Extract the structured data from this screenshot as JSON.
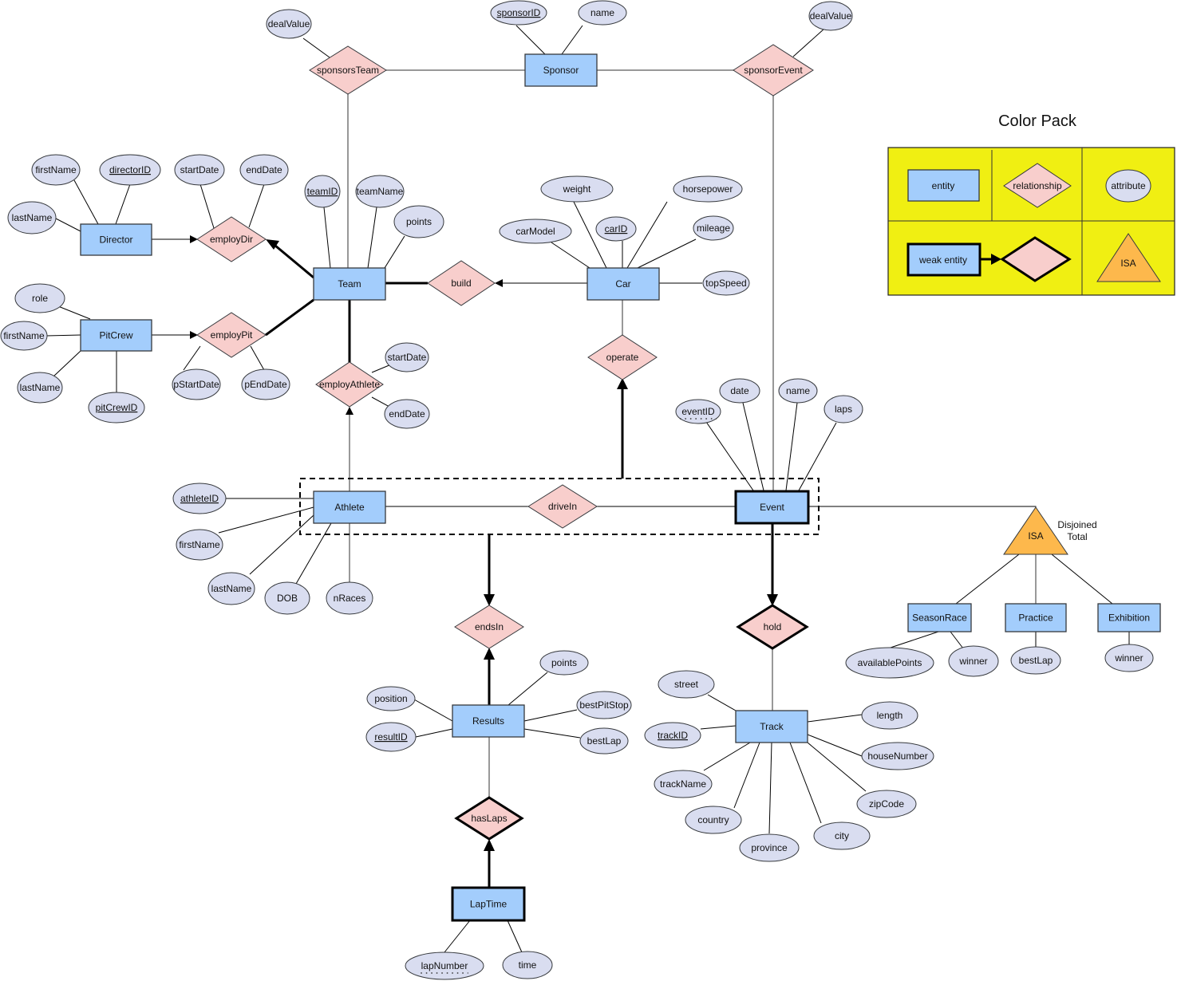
{
  "legend": {
    "title": "Color Pack",
    "entity": "entity",
    "relationship": "relationship",
    "attribute": "attribute",
    "weak_entity": "weak entity",
    "isa": "ISA"
  },
  "isa_note": [
    "Disjoined",
    "Total"
  ],
  "entities": [
    {
      "id": "sponsor",
      "label": "Sponsor",
      "weak": false
    },
    {
      "id": "director",
      "label": "Director",
      "weak": false
    },
    {
      "id": "team",
      "label": "Team",
      "weak": false
    },
    {
      "id": "car",
      "label": "Car",
      "weak": false
    },
    {
      "id": "pitcrew",
      "label": "PitCrew",
      "weak": false
    },
    {
      "id": "athlete",
      "label": "Athlete",
      "weak": false
    },
    {
      "id": "event",
      "label": "Event",
      "weak": true
    },
    {
      "id": "results",
      "label": "Results",
      "weak": false
    },
    {
      "id": "track",
      "label": "Track",
      "weak": false
    },
    {
      "id": "laptime",
      "label": "LapTime",
      "weak": true
    },
    {
      "id": "seasonrace",
      "label": "SeasonRace",
      "weak": false
    },
    {
      "id": "practice",
      "label": "Practice",
      "weak": false
    },
    {
      "id": "exhibition",
      "label": "Exhibition",
      "weak": false
    }
  ],
  "relationships": [
    {
      "id": "sponsorsTeam",
      "label": "sponsorsTeam",
      "weak": false
    },
    {
      "id": "sponsorEvent",
      "label": "sponsorEvent",
      "weak": false
    },
    {
      "id": "employDir",
      "label": "employDir",
      "weak": false
    },
    {
      "id": "build",
      "label": "build",
      "weak": false
    },
    {
      "id": "employPit",
      "label": "employPit",
      "weak": false
    },
    {
      "id": "employAthlete",
      "label": "employAthlete",
      "weak": false
    },
    {
      "id": "operate",
      "label": "operate",
      "weak": false
    },
    {
      "id": "driveIn",
      "label": "driveIn",
      "weak": false
    },
    {
      "id": "endsIn",
      "label": "endsIn",
      "weak": false
    },
    {
      "id": "hold",
      "label": "hold",
      "weak": true
    },
    {
      "id": "hasLaps",
      "label": "hasLaps",
      "weak": true
    }
  ],
  "attributes": [
    {
      "owner": "sponsorsTeam",
      "label": "dealValue",
      "key": "none"
    },
    {
      "owner": "sponsor",
      "label": "sponsorID",
      "key": "primary"
    },
    {
      "owner": "sponsor",
      "label": "name",
      "key": "none"
    },
    {
      "owner": "sponsorEvent",
      "label": "dealValue",
      "key": "none"
    },
    {
      "owner": "director",
      "label": "firstName",
      "key": "none"
    },
    {
      "owner": "director",
      "label": "directorID",
      "key": "primary"
    },
    {
      "owner": "director",
      "label": "lastName",
      "key": "none"
    },
    {
      "owner": "employDir",
      "label": "startDate",
      "key": "none"
    },
    {
      "owner": "employDir",
      "label": "endDate",
      "key": "none"
    },
    {
      "owner": "team",
      "label": "teamID",
      "key": "primary"
    },
    {
      "owner": "team",
      "label": "teamName",
      "key": "none"
    },
    {
      "owner": "team",
      "label": "points",
      "key": "none"
    },
    {
      "owner": "car",
      "label": "weight",
      "key": "none"
    },
    {
      "owner": "car",
      "label": "horsepower",
      "key": "none"
    },
    {
      "owner": "car",
      "label": "carModel",
      "key": "none"
    },
    {
      "owner": "car",
      "label": "carID",
      "key": "primary"
    },
    {
      "owner": "car",
      "label": "mileage",
      "key": "none"
    },
    {
      "owner": "car",
      "label": "topSpeed",
      "key": "none"
    },
    {
      "owner": "pitcrew",
      "label": "role",
      "key": "none"
    },
    {
      "owner": "pitcrew",
      "label": "firstName",
      "key": "none"
    },
    {
      "owner": "pitcrew",
      "label": "lastName",
      "key": "none"
    },
    {
      "owner": "pitcrew",
      "label": "pitCrewID",
      "key": "primary"
    },
    {
      "owner": "employPit",
      "label": "pStartDate",
      "key": "none"
    },
    {
      "owner": "employPit",
      "label": "pEndDate",
      "key": "none"
    },
    {
      "owner": "employAthlete",
      "label": "startDate",
      "key": "none"
    },
    {
      "owner": "employAthlete",
      "label": "endDate",
      "key": "none"
    },
    {
      "owner": "event",
      "label": "eventID",
      "key": "partial"
    },
    {
      "owner": "event",
      "label": "date",
      "key": "none"
    },
    {
      "owner": "event",
      "label": "name",
      "key": "none"
    },
    {
      "owner": "event",
      "label": "laps",
      "key": "none"
    },
    {
      "owner": "athlete",
      "label": "athleteID",
      "key": "primary"
    },
    {
      "owner": "athlete",
      "label": "firstName",
      "key": "none"
    },
    {
      "owner": "athlete",
      "label": "lastName",
      "key": "none"
    },
    {
      "owner": "athlete",
      "label": "DOB",
      "key": "none"
    },
    {
      "owner": "athlete",
      "label": "nRaces",
      "key": "none"
    },
    {
      "owner": "seasonrace",
      "label": "availablePoints",
      "key": "none"
    },
    {
      "owner": "seasonrace",
      "label": "winner",
      "key": "none"
    },
    {
      "owner": "practice",
      "label": "bestLap",
      "key": "none"
    },
    {
      "owner": "exhibition",
      "label": "winner",
      "key": "none"
    },
    {
      "owner": "results",
      "label": "points",
      "key": "none"
    },
    {
      "owner": "results",
      "label": "position",
      "key": "none"
    },
    {
      "owner": "results",
      "label": "bestPitStop",
      "key": "none"
    },
    {
      "owner": "results",
      "label": "resultID",
      "key": "primary"
    },
    {
      "owner": "results",
      "label": "bestLap",
      "key": "none"
    },
    {
      "owner": "track",
      "label": "street",
      "key": "none"
    },
    {
      "owner": "track",
      "label": "length",
      "key": "none"
    },
    {
      "owner": "track",
      "label": "trackID",
      "key": "primary"
    },
    {
      "owner": "track",
      "label": "houseNumber",
      "key": "none"
    },
    {
      "owner": "track",
      "label": "trackName",
      "key": "none"
    },
    {
      "owner": "track",
      "label": "zipCode",
      "key": "none"
    },
    {
      "owner": "track",
      "label": "country",
      "key": "none"
    },
    {
      "owner": "track",
      "label": "city",
      "key": "none"
    },
    {
      "owner": "track",
      "label": "province",
      "key": "none"
    },
    {
      "owner": "laptime",
      "label": "lapNumber",
      "key": "partial"
    },
    {
      "owner": "laptime",
      "label": "time",
      "key": "none"
    }
  ],
  "isa": {
    "label": "ISA",
    "parent": "event",
    "children": [
      "seasonrace",
      "practice",
      "exhibition"
    ]
  },
  "aggregation": {
    "members": [
      "athlete",
      "driveIn",
      "event"
    ]
  }
}
